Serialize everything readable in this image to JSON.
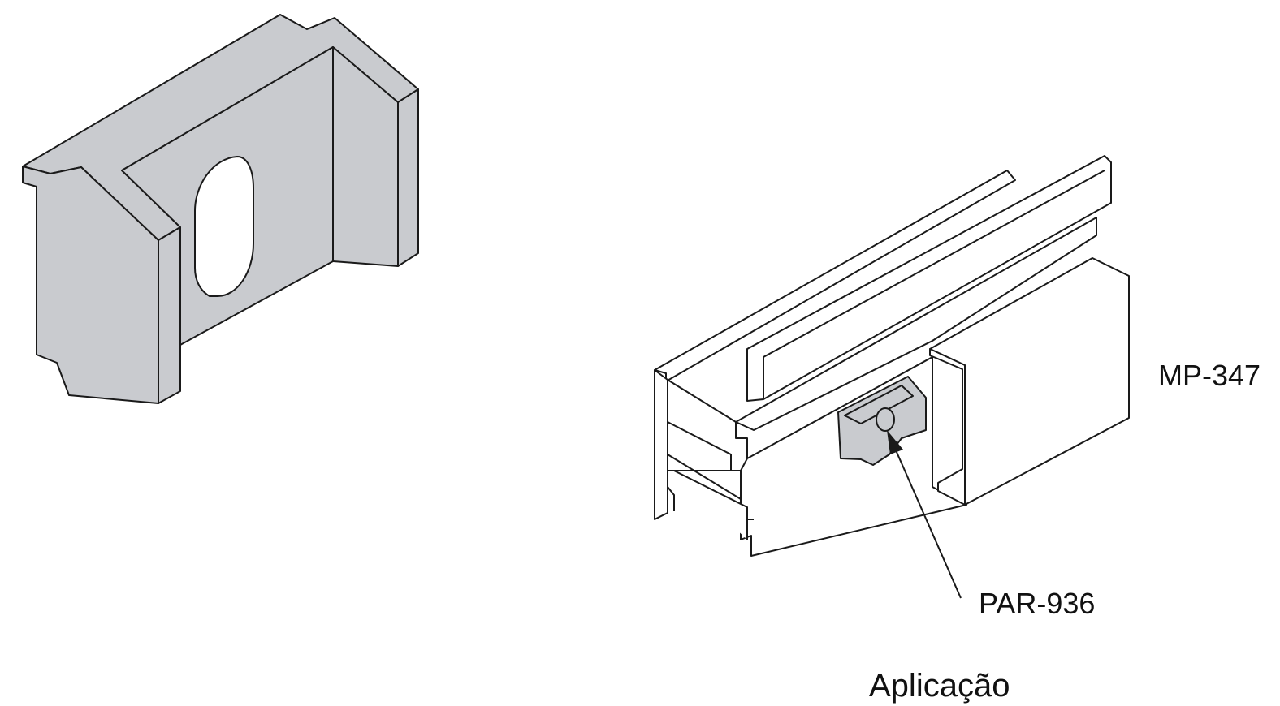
{
  "labels": {
    "profile_code": "MP-347",
    "clip_code": "PAR-936",
    "caption": "Aplicação"
  },
  "colors": {
    "part_fill": "#c9cbcf",
    "line": "#1a1a1a",
    "profile_fill": "#ffffff"
  }
}
